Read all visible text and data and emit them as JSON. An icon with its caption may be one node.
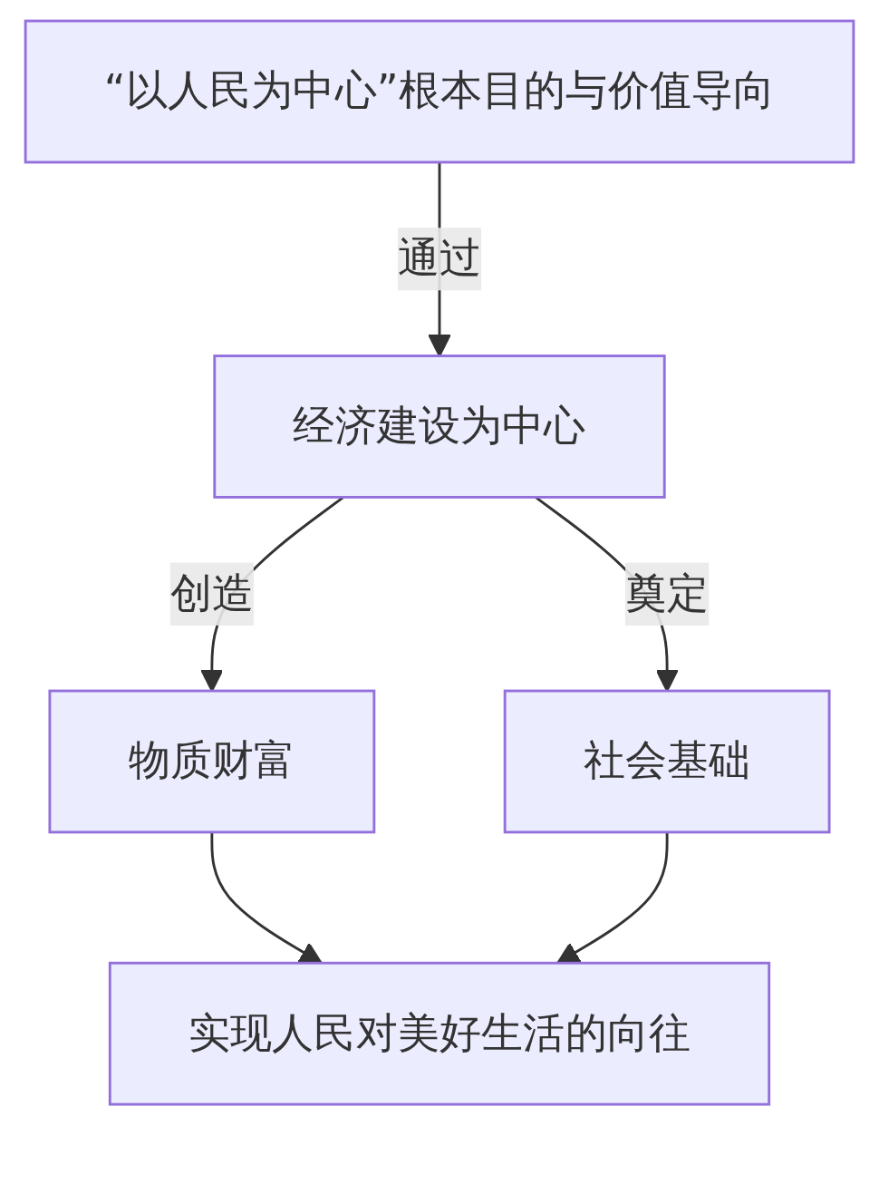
{
  "diagram": {
    "nodes": [
      {
        "text": [
          "“以人民为中心”根本目的与价值导向"
        ]
      },
      {
        "text": [
          "经济建设为中心"
        ]
      },
      {
        "text": [
          "物质财富"
        ]
      },
      {
        "text": [
          "社会基础"
        ]
      },
      {
        "text": [
          "实现人民对美好生活的向往"
        ]
      }
    ],
    "edges": [
      {
        "from": 0,
        "to": 1,
        "arrow": "to",
        "label": "通过"
      },
      {
        "from": 1,
        "to": 2,
        "arrow": "to",
        "label": "创造"
      },
      {
        "from": 1,
        "to": 3,
        "arrow": "to",
        "label": "奠定"
      },
      {
        "from": 2,
        "to": 4,
        "arrow": "to"
      },
      {
        "from": 3,
        "to": 4,
        "arrow": "to"
      }
    ]
  }
}
